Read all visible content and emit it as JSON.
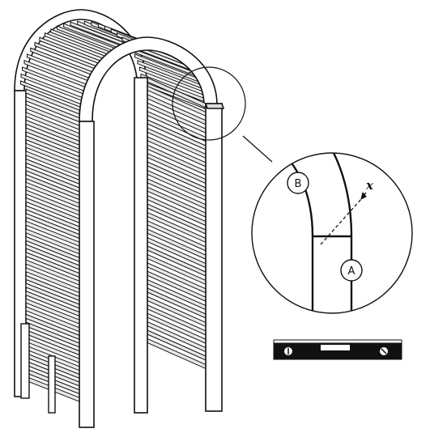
{
  "diagram": {
    "callout_labels": {
      "a": "A",
      "b": "B",
      "x": "x"
    },
    "slat_count_rear": 38,
    "slat_count_front": 32,
    "slat_count_roof": 28,
    "colors": {
      "ink": "#111111",
      "paper": "#ffffff",
      "slat_shade": "#e8e8e8"
    }
  }
}
